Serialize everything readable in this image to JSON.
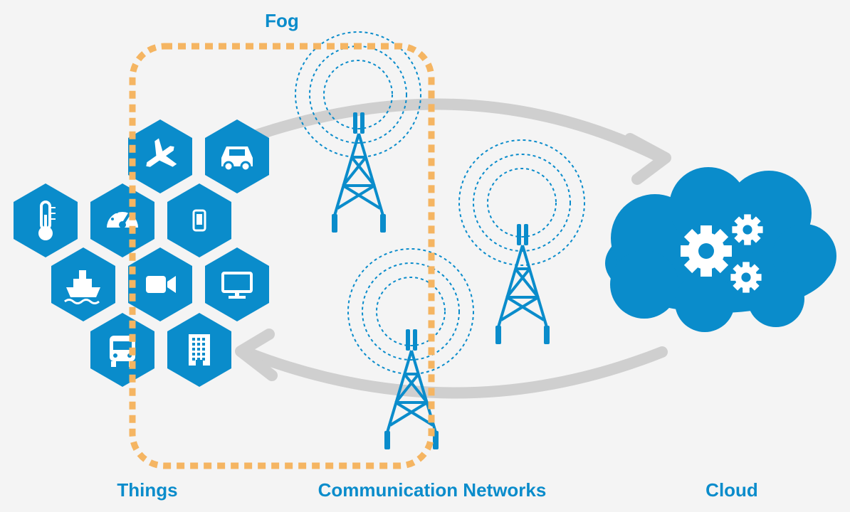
{
  "labels": {
    "fog": "Fog",
    "things": "Things",
    "networks": "Communication Networks",
    "cloud": "Cloud"
  },
  "colors": {
    "primary": "#0a8ccb",
    "fog_border": "#f5b562",
    "arrow": "#cfcfcf",
    "background": "#f4f4f4"
  },
  "things": [
    {
      "name": "airplane-icon"
    },
    {
      "name": "car-icon"
    },
    {
      "name": "thermometer-icon"
    },
    {
      "name": "speedometer-icon"
    },
    {
      "name": "smartphone-icon"
    },
    {
      "name": "ship-icon"
    },
    {
      "name": "video-camera-icon"
    },
    {
      "name": "monitor-icon"
    },
    {
      "name": "bus-icon"
    },
    {
      "name": "building-icon"
    }
  ],
  "cloud": {
    "icon": "gears-icon"
  },
  "towers": [
    {
      "name": "fog-tower-top"
    },
    {
      "name": "network-tower-middle"
    },
    {
      "name": "fog-tower-bottom"
    }
  ]
}
